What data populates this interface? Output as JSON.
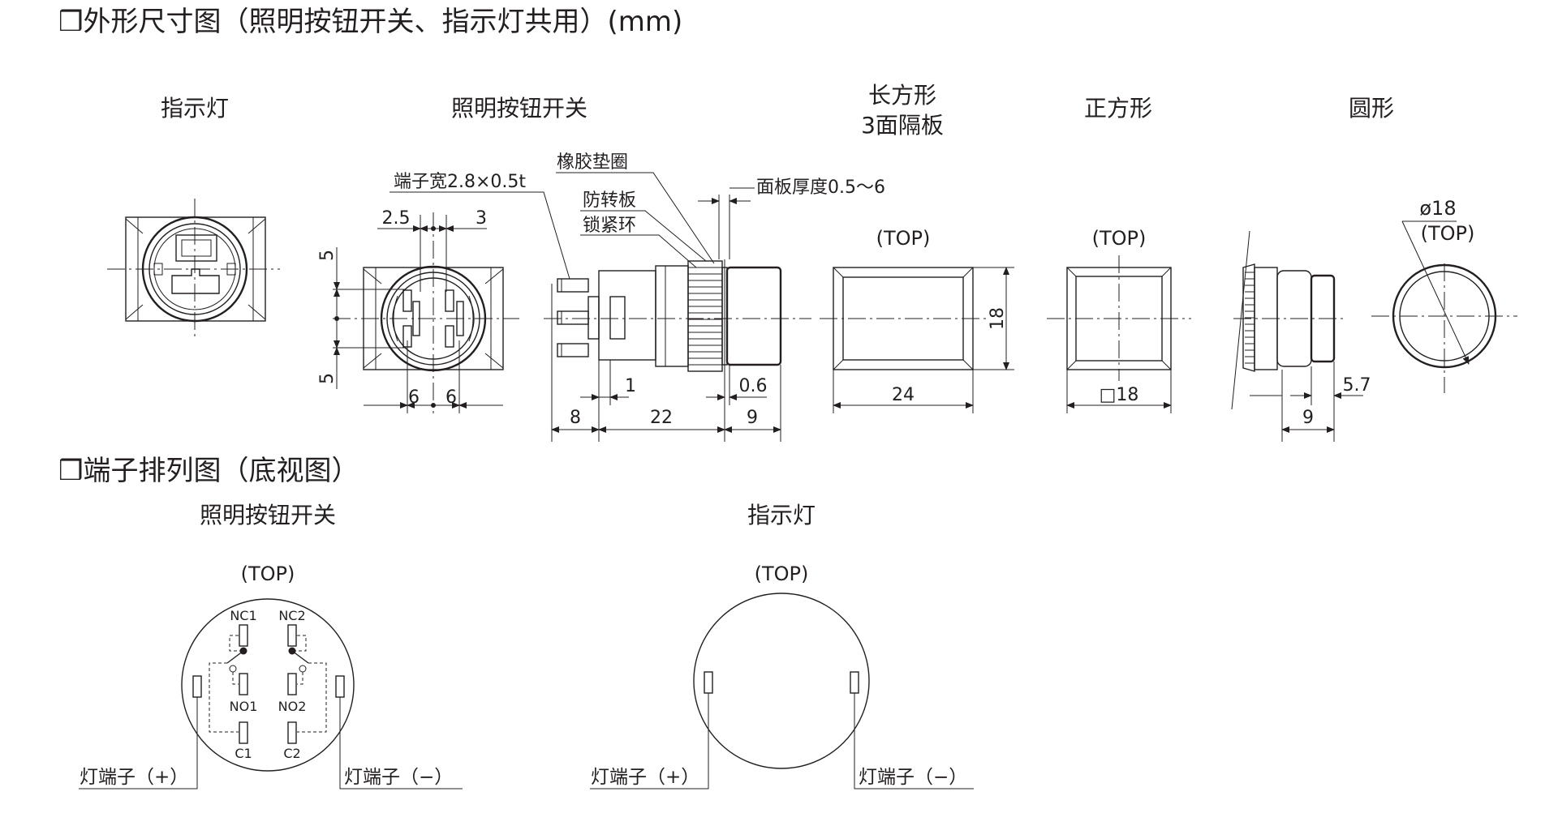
{
  "sections": {
    "outline": "❒外形尺寸图（照明按钮开关、指示灯共用）(mm)",
    "terminal": "❒端子排列图（底视图）"
  },
  "views": {
    "indicator": "指示灯",
    "switch": "照明按钮开关",
    "rect_line1": "长方形",
    "rect_line2": "3面隔板",
    "square": "正方形",
    "round": "圆形"
  },
  "callouts": {
    "terminal_width": "端子宽2.8×0.5t",
    "rubber_gasket": "橡胶垫圈",
    "anti_rotation": "防转板",
    "lock_ring": "锁紧环",
    "panel_thickness": "面板厚度0.5～6"
  },
  "dims": {
    "d2_5": "2.5",
    "d3": "3",
    "d5_top": "5",
    "d5_bottom": "5",
    "d6_left": "6",
    "d6_right": "6",
    "d1": "1",
    "d0_6": "0.6",
    "d8": "8",
    "d22": "22",
    "d9_side": "9",
    "rect_top": "(TOP)",
    "rect_18": "18",
    "rect_24": "24",
    "sq_top": "(TOP)",
    "sq_18": "□18",
    "dia_18": "ø18",
    "round_top": "(TOP)",
    "d9_round": "9",
    "d5_7": "5.7"
  },
  "terminal_views": {
    "switch_title": "照明按钮开关",
    "indicator_title": "指示灯",
    "switch_top": "(TOP)",
    "indicator_top": "(TOP)",
    "nc1": "NC1",
    "nc2": "NC2",
    "no1": "NO1",
    "no2": "NO2",
    "c1": "C1",
    "c2": "C2",
    "lamp_plus_sw": "灯端子（+）",
    "lamp_minus_sw": "灯端子（−）",
    "lamp_plus_ind": "灯端子（+）",
    "lamp_minus_ind": "灯端子（−）"
  }
}
